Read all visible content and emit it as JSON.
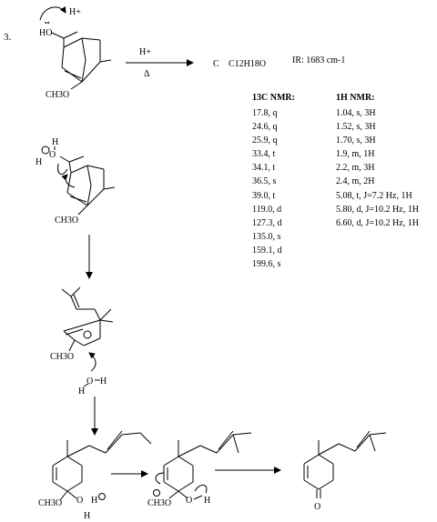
{
  "problem_number": "3.",
  "reaction": {
    "reagent_top": "H+",
    "reagent_bottom": "Δ",
    "product_label": "C",
    "formula": "C12H18O",
    "ir": "IR: 1683 cm-1"
  },
  "c13_nmr": {
    "heading": "13C NMR:",
    "peaks": [
      "17.8, q",
      "24.6, q",
      "25.9, q",
      "33.4, t",
      "34.1, t",
      "36.5, s",
      "39.0, t",
      "119.0, d",
      "127.3, d",
      "135.0, s",
      "159.1, d",
      "199.6, s"
    ]
  },
  "h1_nmr": {
    "heading": "1H NMR:",
    "peaks": [
      "1.04, s, 3H",
      "1.52, s, 3H",
      "1.70, s, 3H",
      "1.9, m, 1H",
      "2.2, m, 3H",
      "2.4, m, 2H",
      "5.08, t, J=7.2 Hz, 1H",
      "5.80, d, J=10.2 Hz, 1H",
      "6.60, d, J=10.2 Hz, 1H"
    ]
  },
  "labels": {
    "ho": "HO",
    "h_plus": "H+",
    "ch3o": "CH3O",
    "h2o_h": "H",
    "h2o_o": "O",
    "oh": "O",
    "h": "H"
  }
}
